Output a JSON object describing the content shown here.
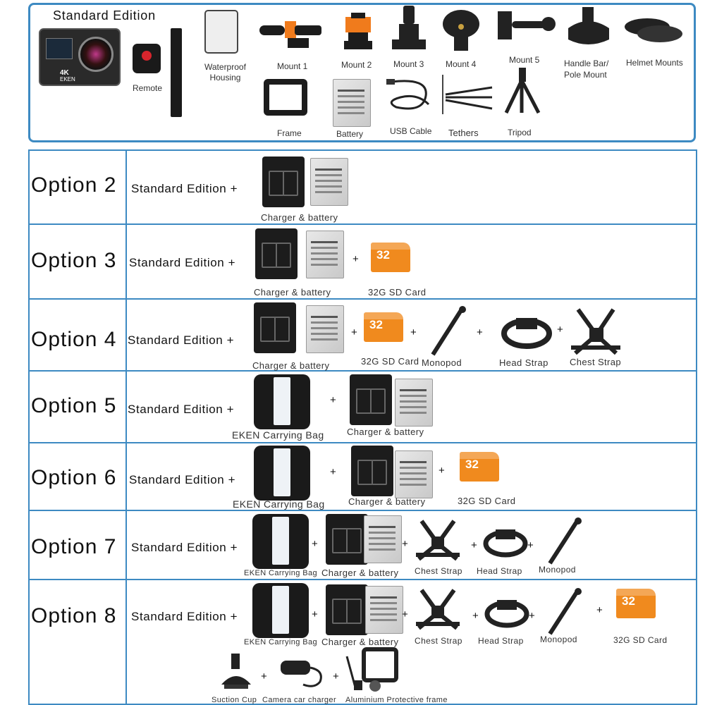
{
  "standard": {
    "title": "Standard Edition",
    "items": {
      "remote": "Remote",
      "housing": "Waterproof\nHousing",
      "mount1": "Mount 1",
      "mount2": "Mount 2",
      "mount3": "Mount 3",
      "mount4": "Mount 4",
      "mount5": "Mount 5",
      "handlebar": "Handle Bar/\nPole Mount",
      "helmet": "Helmet Mounts",
      "frame": "Frame",
      "battery": "Battery",
      "usb": "USB Cable",
      "tethers": "Tethers",
      "tripod": "Tripod"
    },
    "camera_text": "4K",
    "camera_brand": "EKEN"
  },
  "options": [
    {
      "name": "Option 2",
      "base": "Standard Edition",
      "items": [
        "Charger & battery"
      ]
    },
    {
      "name": "Option 3",
      "base": "Standard Edition",
      "items": [
        "Charger & battery",
        "32G SD Card"
      ]
    },
    {
      "name": "Option 4",
      "base": "Standard Edition",
      "items": [
        "Charger & battery",
        "32G SD Card",
        "Monopod",
        "Head Strap",
        "Chest Strap"
      ]
    },
    {
      "name": "Option 5",
      "base": "Standard Edition",
      "items": [
        "EKEN Carrying Bag",
        "Charger & battery"
      ]
    },
    {
      "name": "Option 6",
      "base": "Standard Edition",
      "items": [
        "EKEN Carrying Bag",
        "Charger & battery",
        "32G SD Card"
      ]
    },
    {
      "name": "Option 7",
      "base": "Standard Edition",
      "items": [
        "EKEN Carrying Bag",
        "Charger & battery",
        "Chest Strap",
        "Head Strap",
        "Monopod"
      ]
    },
    {
      "name": "Option 8",
      "base": "Standard Edition",
      "items": [
        "EKEN Carrying Bag",
        "Charger & battery",
        "Chest Strap",
        "Head Strap",
        "Monopod",
        "32G SD Card",
        "Suction Cup",
        "Camera car charger",
        "Aluminium Protective frame"
      ]
    }
  ],
  "plus": "+",
  "sd_text": "32"
}
